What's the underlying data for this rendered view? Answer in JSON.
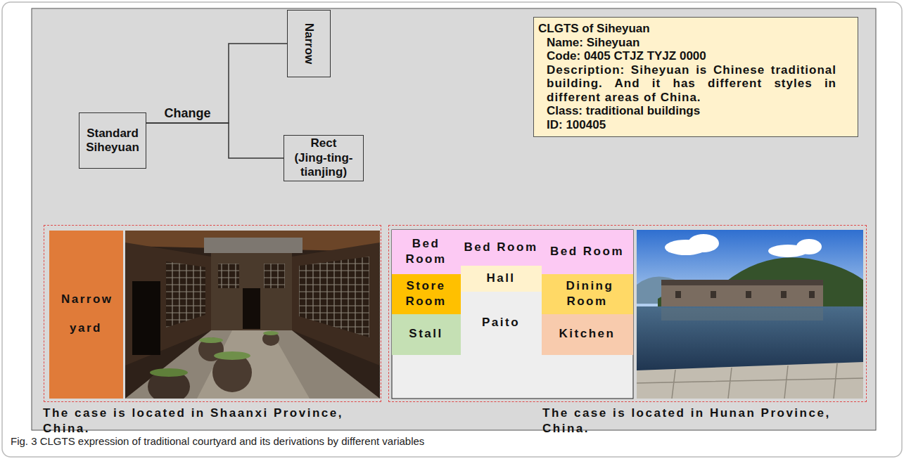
{
  "diagram": {
    "caption": "Fig. 3 CLGTS expression of traditional courtyard and its derivations by different variables",
    "nodes": [
      {
        "text": [
          "Standard Siheyuan"
        ]
      },
      {
        "text": [
          "Narrow"
        ]
      },
      {
        "text": [
          "Rect (Jing-ting-tianjing)"
        ]
      },
      {
        "text": [
          "CLGTS of Siheyuan",
          "Name: Siheyuan",
          "Code: 0405 CTJZ TYJZ 0000",
          "Description: Siheyuan is Chinese traditional building. And it has different styles in different areas of China.",
          "Class: traditional buildings",
          "ID: 100405"
        ]
      },
      {
        "text": [
          "The case is located in Shaanxi Province, China."
        ]
      },
      {
        "text": [
          "Narrow yard"
        ],
        "in": 4
      },
      {
        "text": [
          "The case is located in Hunan Province, China."
        ]
      },
      {
        "text": [
          "Bed Room"
        ],
        "in": 6
      },
      {
        "text": [
          "Bed Room"
        ],
        "in": 6
      },
      {
        "text": [
          "Bed Room"
        ],
        "in": 6
      },
      {
        "text": [
          "Store Room"
        ],
        "in": 6
      },
      {
        "text": [
          "Hall"
        ],
        "in": 6
      },
      {
        "text": [
          "Dining Room"
        ],
        "in": 6
      },
      {
        "text": [
          "Stall"
        ],
        "in": 6
      },
      {
        "text": [
          "Paito"
        ],
        "in": 6
      },
      {
        "text": [
          "Kitchen"
        ],
        "in": 6
      }
    ],
    "edges": [
      {
        "from": 0,
        "to": 1,
        "label": "Change",
        "arrow": "none"
      },
      {
        "from": 0,
        "to": 2,
        "arrow": "none"
      }
    ]
  }
}
